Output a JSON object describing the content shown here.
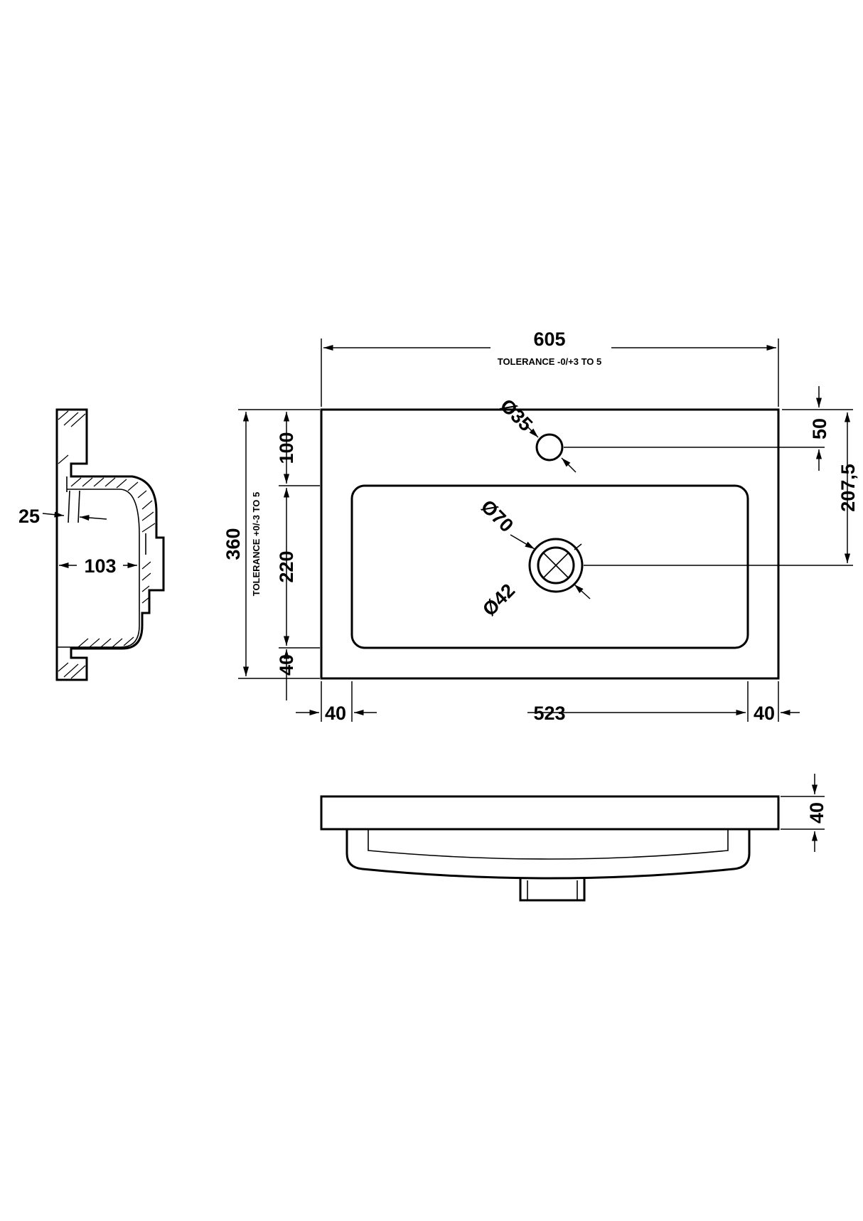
{
  "dimensions": {
    "overall_width": "605",
    "width_tolerance": "TOLERANCE -0/+3 TO 5",
    "overall_depth": "360",
    "depth_tolerance": "TOLERANCE +0/-3 TO 5",
    "tap_hole_diameter": "Ø35",
    "waste_outer_diameter": "Ø70",
    "waste_inner_diameter": "Ø42",
    "front_to_basin": "100",
    "basin_depth": "220",
    "basin_to_back": "40",
    "tap_hole_offset": "50",
    "waste_offset": "207,5",
    "left_margin": "40",
    "basin_width": "523",
    "right_margin": "40",
    "rim_thickness": "40",
    "section_wall": "25",
    "section_bowl_depth": "103"
  }
}
